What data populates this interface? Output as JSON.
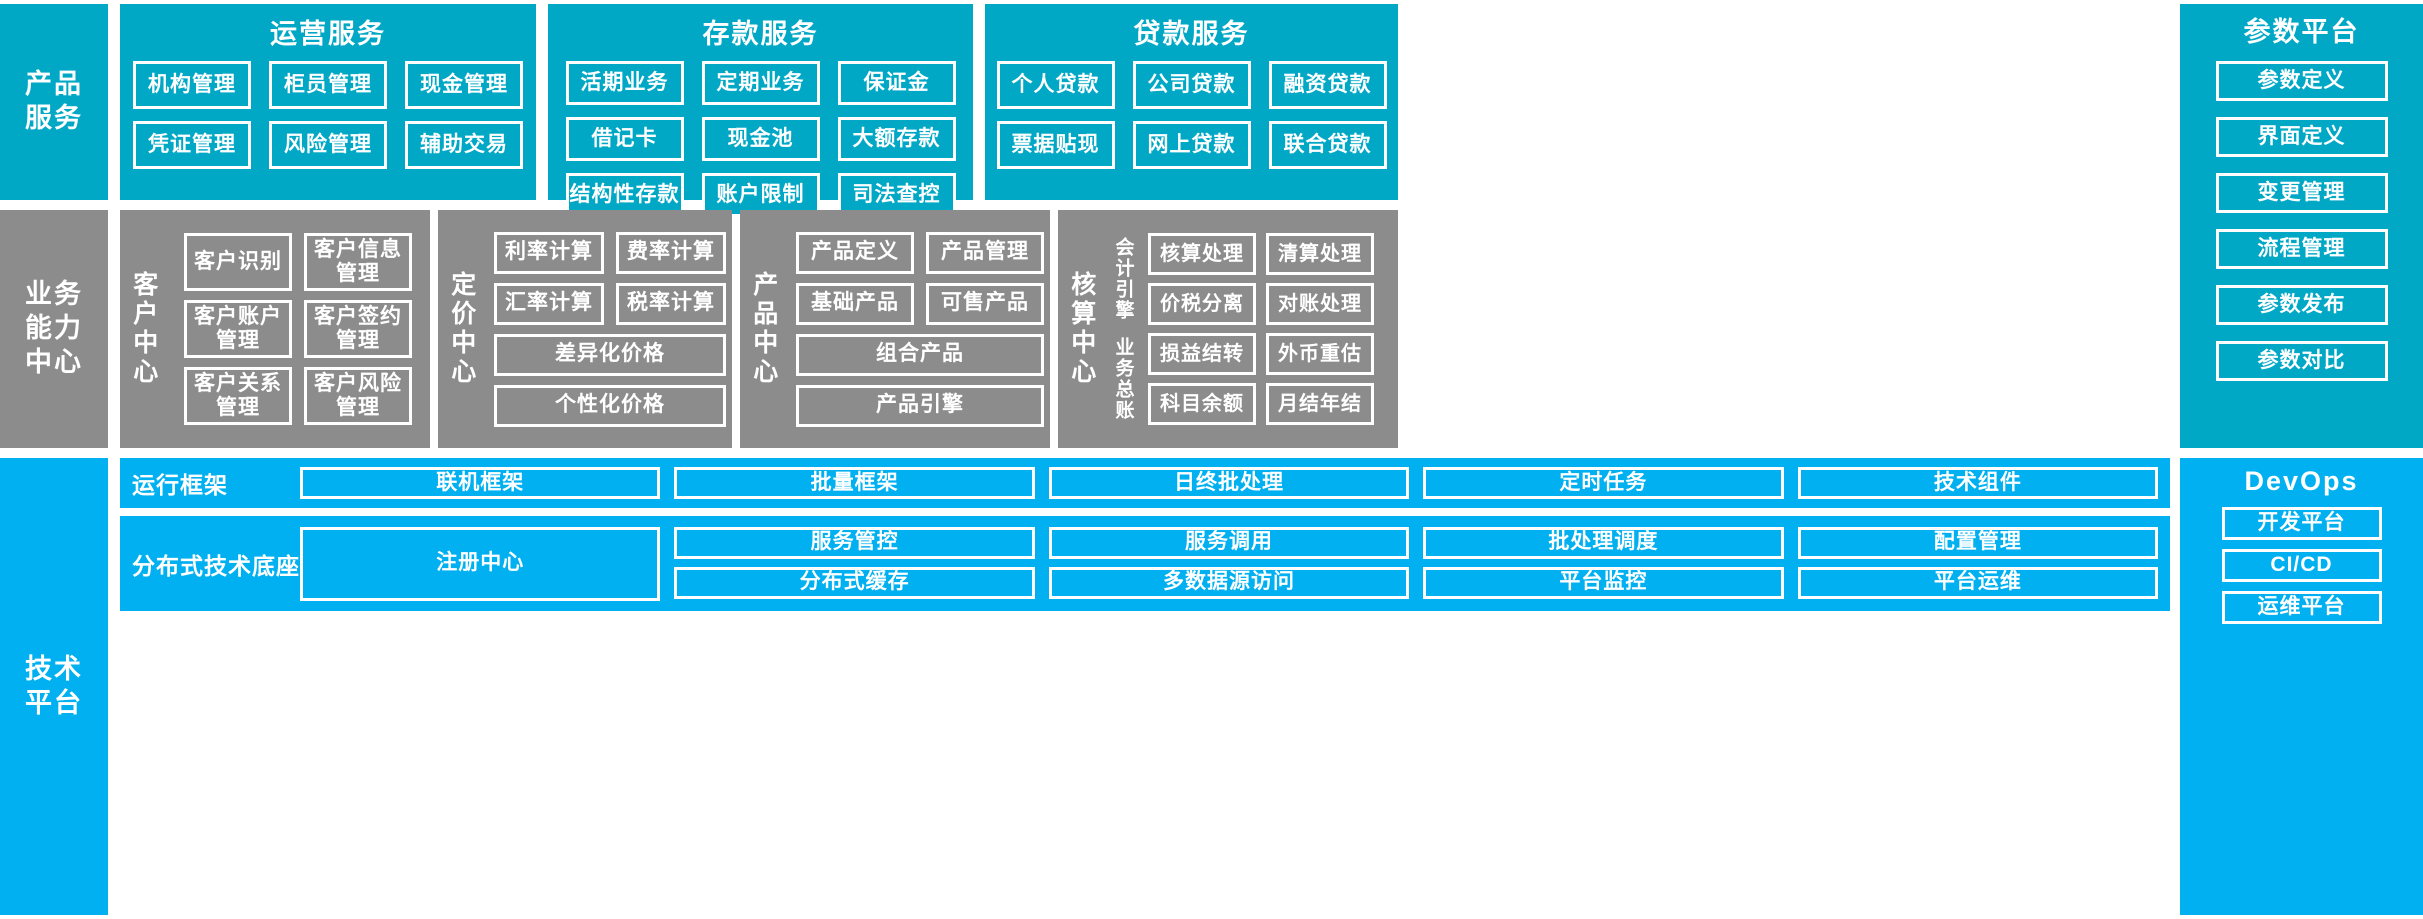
{
  "colors": {
    "product_band": "#00A8C6",
    "capability_band": "#8C8C8C",
    "tech_band": "#00B0F0",
    "box_border": "#FFFFFF",
    "text": "#FFFFFF"
  },
  "bands": {
    "product": {
      "label": "产品\n服务",
      "groups": [
        {
          "title": "运营服务",
          "items": [
            "机构管理",
            "柜员管理",
            "现金管理",
            "凭证管理",
            "风险管理",
            "辅助交易"
          ]
        },
        {
          "title": "存款服务",
          "items": [
            "活期业务",
            "定期业务",
            "保证金",
            "借记卡",
            "现金池",
            "大额存款",
            "结构性存款",
            "账户限制",
            "司法查控"
          ]
        },
        {
          "title": "贷款服务",
          "items": [
            "个人贷款",
            "公司贷款",
            "融资贷款",
            "票据贴现",
            "网上贷款",
            "联合贷款"
          ]
        }
      ]
    },
    "capability": {
      "label": "业务\n能力\n中心",
      "groups": [
        {
          "title": "客户中心",
          "items": [
            "客户识别",
            "客户信息管理",
            "客户账户管理",
            "客户签约管理",
            "客户关系管理",
            "客户风险管理"
          ]
        },
        {
          "title": "定价中心",
          "items": [
            "利率计算",
            "费率计算",
            "汇率计算",
            "税率计算",
            "差异化价格",
            "个性化价格"
          ]
        },
        {
          "title": "产品中心",
          "items": [
            "产品定义",
            "产品管理",
            "基础产品",
            "可售产品",
            "组合产品",
            "产品引擎"
          ]
        },
        {
          "title": "核算中心",
          "subgroups": [
            {
              "title": "会计引擎",
              "items": [
                "核算处理",
                "清算处理",
                "价税分离",
                "对账处理"
              ]
            },
            {
              "title": "业务总账",
              "items": [
                "损益结转",
                "外币重估",
                "科目余额",
                "月结年结"
              ]
            }
          ]
        }
      ]
    },
    "technology": {
      "label": "技术\n平台",
      "rows": [
        {
          "name": "运行框架",
          "columns": [
            [
              "联机框架"
            ],
            [
              "批量框架"
            ],
            [
              "日终批处理"
            ],
            [
              "定时任务"
            ],
            [
              "技术组件"
            ]
          ]
        },
        {
          "name": "分布式技术底座",
          "columns": [
            [
              "注册中心"
            ],
            [
              "服务管控",
              "分布式缓存"
            ],
            [
              "服务调用",
              "多数据源访问"
            ],
            [
              "批处理调度",
              "平台监控"
            ],
            [
              "配置管理",
              "平台运维"
            ]
          ]
        }
      ]
    }
  },
  "right_columns": {
    "parameter_platform": {
      "title": "参数平台",
      "items": [
        "参数定义",
        "界面定义",
        "变更管理",
        "流程管理",
        "参数发布",
        "参数对比"
      ]
    },
    "devops": {
      "title": "DevOps",
      "items": [
        "开发平台",
        "CI/CD",
        "运维平台"
      ]
    }
  }
}
